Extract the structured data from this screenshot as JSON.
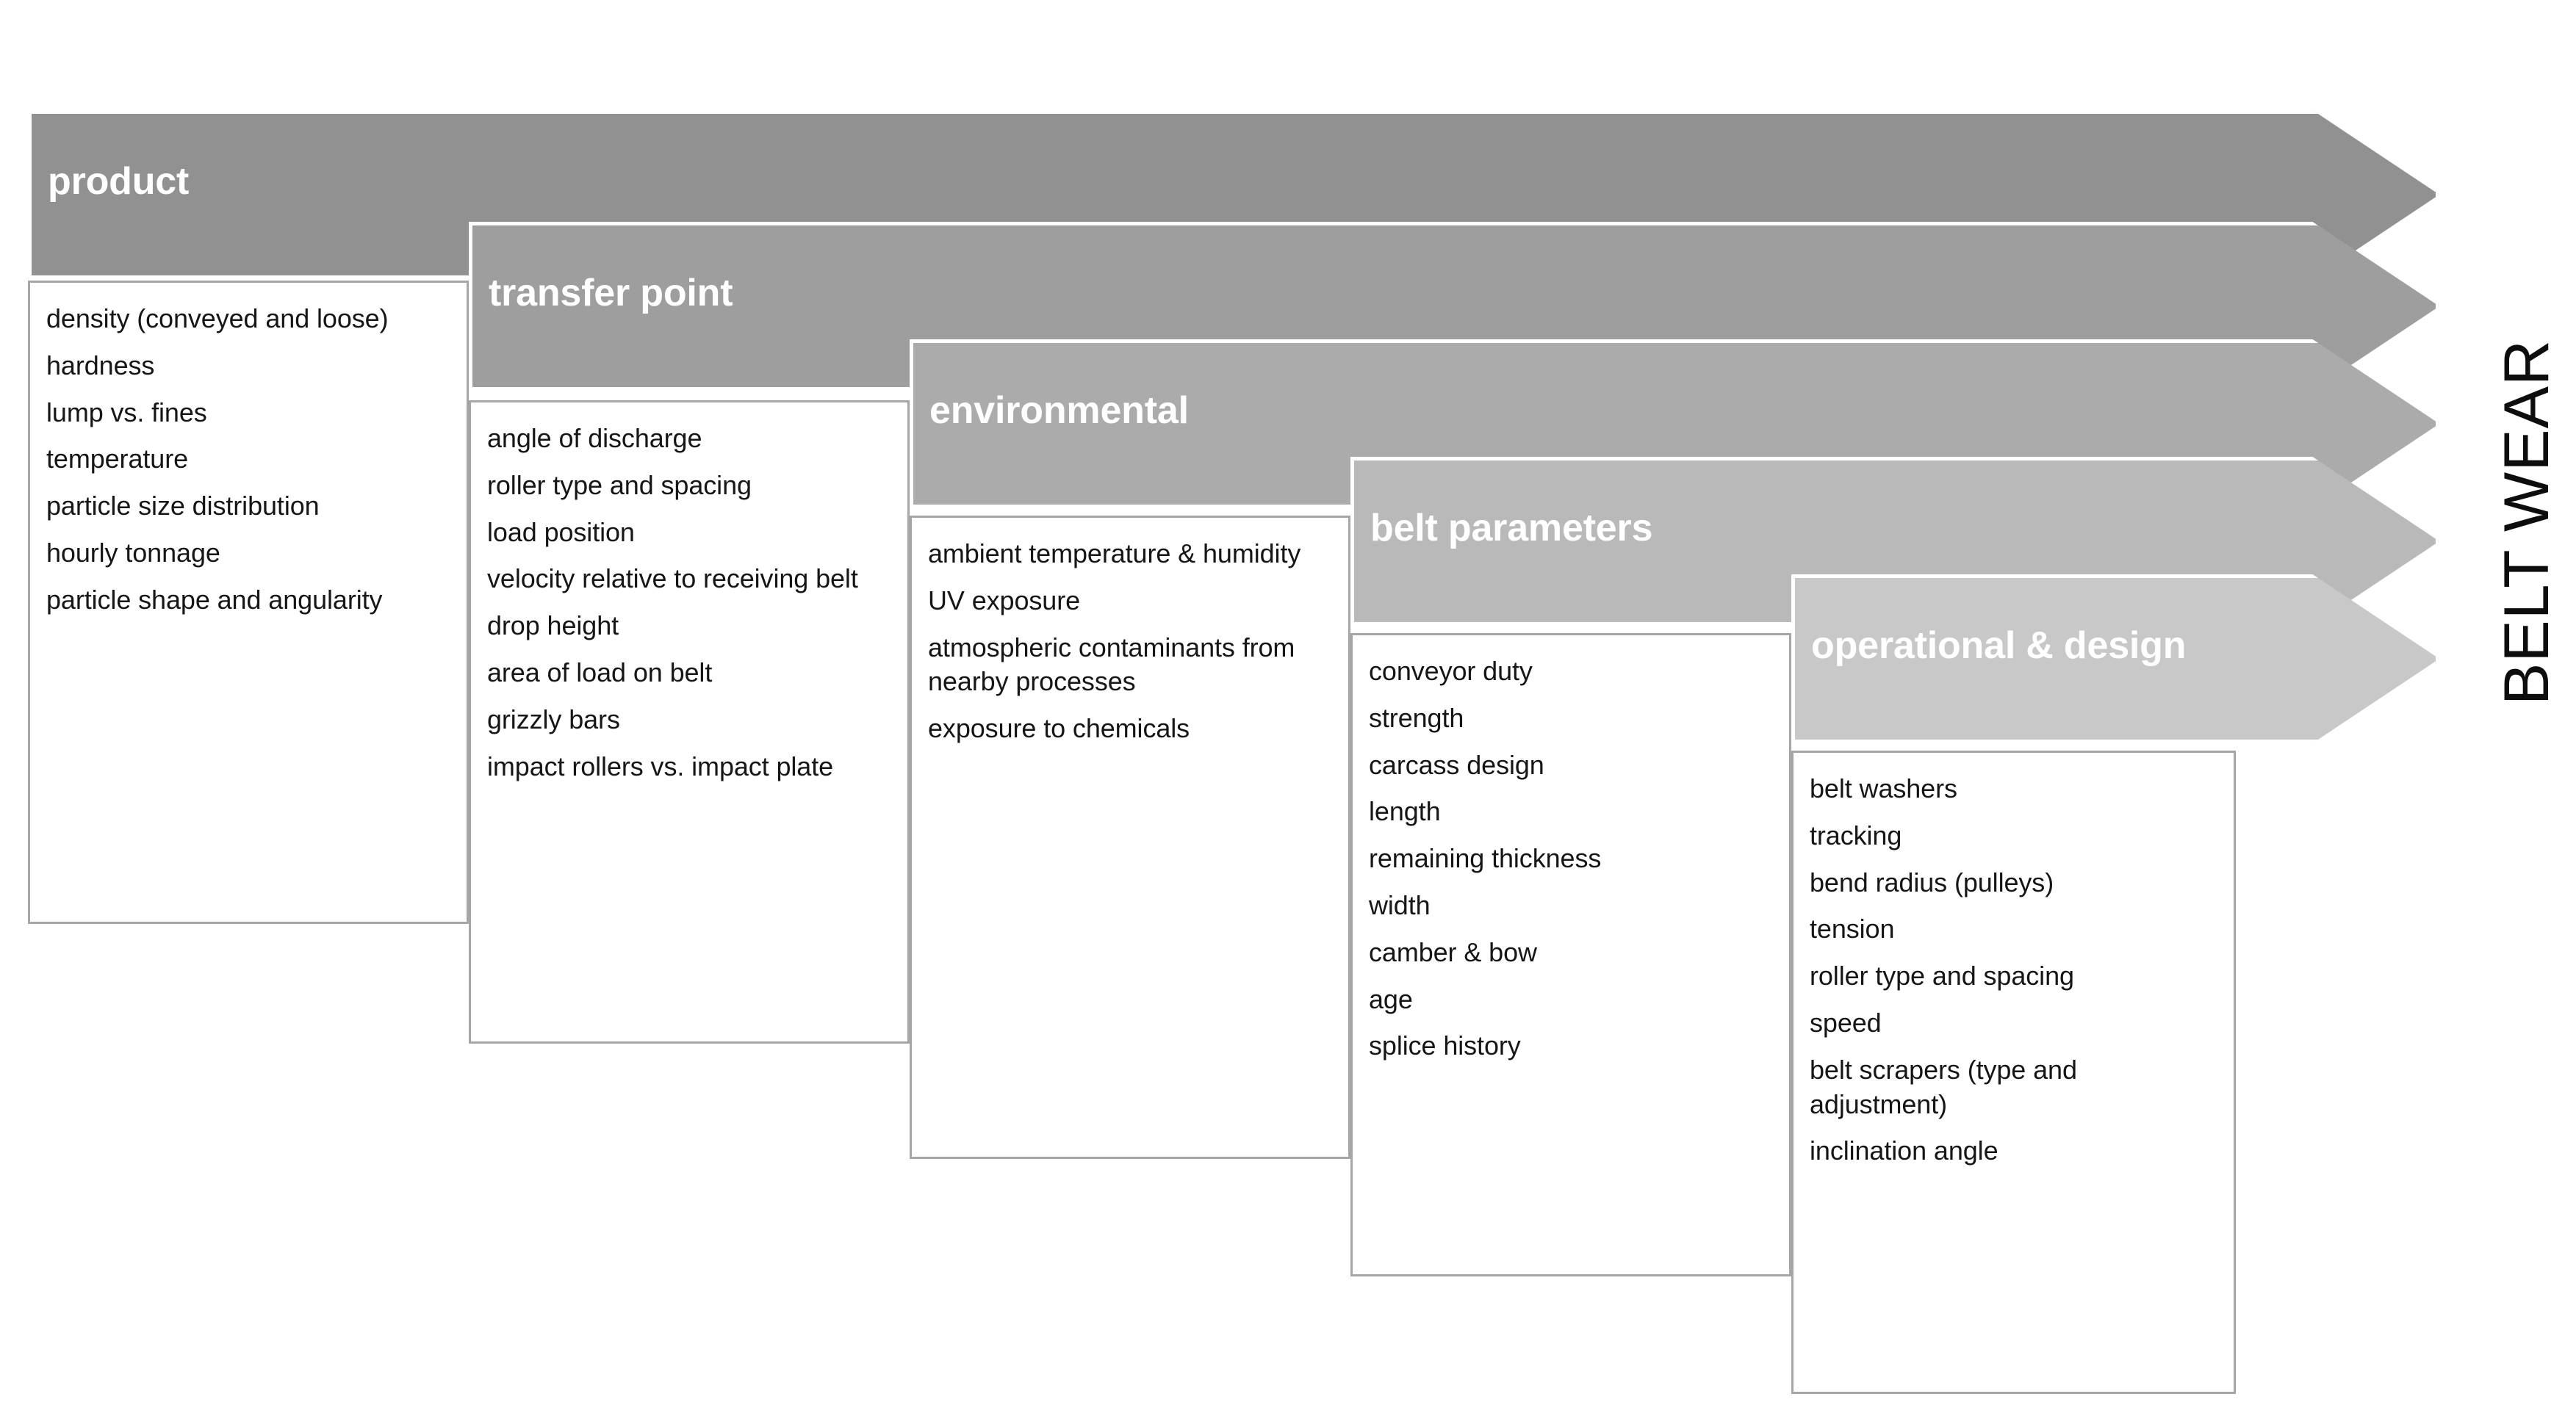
{
  "diagram": {
    "title": "BELT WEAR",
    "outcome_label": "BELT WEAR",
    "colors": {
      "arrow_1": "#919191",
      "arrow_2": "#9e9e9e",
      "arrow_3": "#ababab",
      "arrow_4": "#b9b9b9",
      "arrow_5": "#c8c8c8",
      "arrow_border": "#ffffff",
      "box_border": "#a6a6a6",
      "box_fill": "#ffffff",
      "heading_text": "#ffffff",
      "item_text": "#161616",
      "outcome_text": "#0d0d0d"
    },
    "categories": [
      {
        "id": "product",
        "heading": "product",
        "items": [
          "density (conveyed and loose)",
          "hardness",
          "lump vs. fines",
          "temperature",
          "particle size distribution",
          "hourly tonnage",
          "particle shape and angularity"
        ]
      },
      {
        "id": "transfer-point",
        "heading": "transfer point",
        "items": [
          "angle of discharge",
          "roller type and spacing",
          "load position",
          "velocity relative to receiving belt",
          "drop height",
          "area of load on belt",
          "grizzly bars",
          "impact rollers vs. impact plate"
        ]
      },
      {
        "id": "environmental",
        "heading": "environmental",
        "items": [
          "ambient temperature & humidity",
          "UV exposure",
          "atmospheric contaminants from nearby processes",
          "exposure to chemicals"
        ]
      },
      {
        "id": "belt-parameters",
        "heading": "belt parameters",
        "items": [
          "conveyor duty",
          "strength",
          "carcass design",
          "length",
          "remaining thickness",
          "width",
          "camber & bow",
          "age",
          "splice history"
        ]
      },
      {
        "id": "operational-design",
        "heading": "operational & design",
        "items": [
          "belt washers",
          "tracking",
          "bend radius (pulleys)",
          "tension",
          "roller type and spacing",
          "speed",
          "belt scrapers (type and adjustment)",
          "inclination angle"
        ]
      }
    ]
  }
}
